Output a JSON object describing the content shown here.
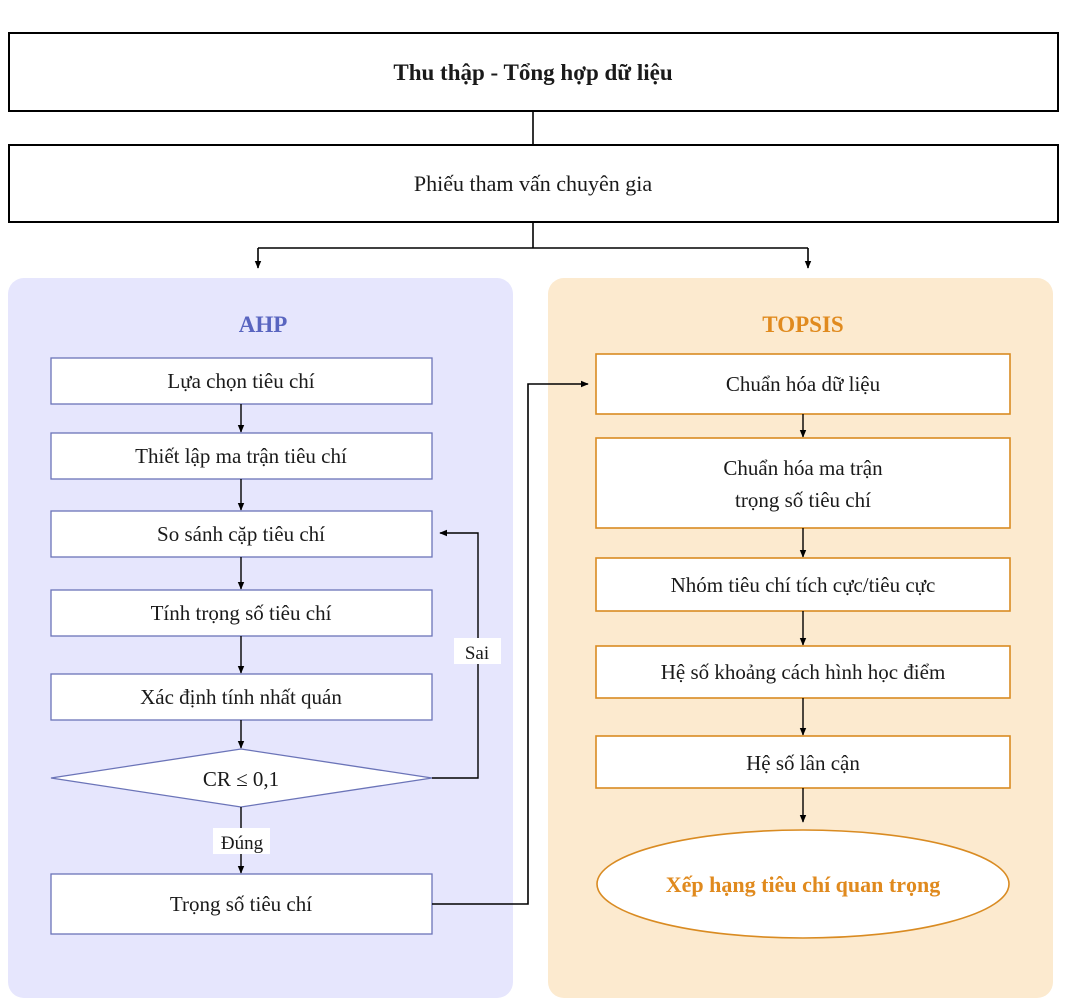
{
  "diagram": {
    "title_flow": "AHP-TOPSIS criteria ranking flowchart",
    "colors": {
      "ahp_panel_bg": "#e6e6fd",
      "topsis_panel_bg": "#fceacf",
      "ahp_accent": "#5965c0",
      "topsis_accent": "#e08a1e",
      "ahp_box_border": "#6b74b8",
      "topsis_box_border": "#d98b22",
      "connector": "#000000",
      "box_fill": "#ffffff"
    }
  },
  "header": {
    "step1": "Thu thập - Tổng hợp dữ liệu",
    "step2": "Phiếu tham vấn chuyên gia"
  },
  "ahp": {
    "title": "AHP",
    "steps": [
      {
        "id": "ahp-luachon",
        "label": "Lựa chọn tiêu chí"
      },
      {
        "id": "ahp-thietlap",
        "label": "Thiết lập ma trận tiêu chí"
      },
      {
        "id": "ahp-sosanh",
        "label": "So sánh cặp tiêu chí"
      },
      {
        "id": "ahp-tinhtrongso",
        "label": "Tính trọng số tiêu chí"
      },
      {
        "id": "ahp-nhatquan",
        "label": "Xác định tính nhất quán"
      }
    ],
    "decision": {
      "id": "ahp-cr",
      "label": "CR ≤ 0,1"
    },
    "result": {
      "id": "ahp-trongso",
      "label": "Trọng số tiêu chí"
    },
    "edge_labels": {
      "false": "Sai",
      "true": "Đúng"
    }
  },
  "topsis": {
    "title": "TOPSIS",
    "steps": [
      {
        "id": "topsis-chuanhoa-dulieu",
        "label": "Chuẩn hóa dữ liệu"
      },
      {
        "id": "topsis-chuanhoa-matran",
        "label_line1": "Chuẩn hóa ma trận",
        "label_line2": "trọng số tiêu chí"
      },
      {
        "id": "topsis-nhom",
        "label": "Nhóm tiêu chí tích cực/tiêu cực"
      },
      {
        "id": "topsis-khoangcach",
        "label": "Hệ số khoảng cách hình học điểm"
      },
      {
        "id": "topsis-lancan",
        "label": "Hệ số lân cận"
      }
    ],
    "result": {
      "id": "topsis-xephang",
      "label": "Xếp hạng tiêu chí quan trọng"
    }
  }
}
